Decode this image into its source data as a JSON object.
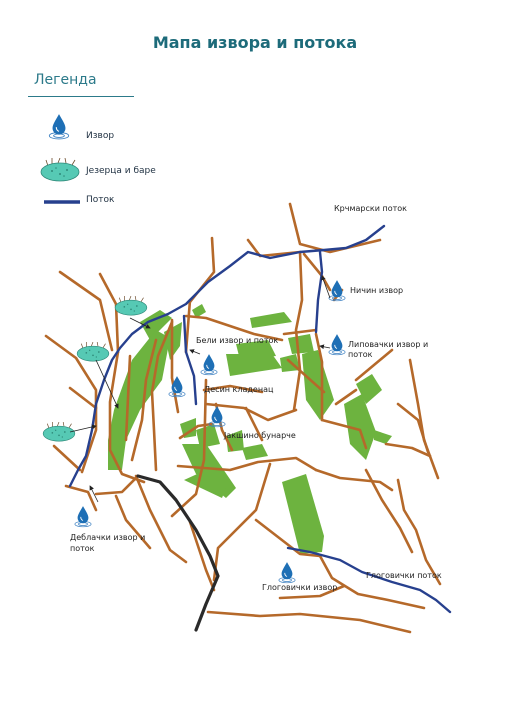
{
  "title": "Мапа извора и потока",
  "legend": {
    "title": "Легенда",
    "items": [
      {
        "icon": "water-drop-icon",
        "label": "Извор"
      },
      {
        "icon": "pond-icon",
        "label": "Језерца и баре"
      },
      {
        "icon": "stream-line-icon",
        "label": "Поток"
      }
    ]
  },
  "colors": {
    "road": "#b5692a",
    "stream": "#27408e",
    "forest": "#6db33f",
    "drop": "#1e6fb5",
    "pond": "#56c9b4",
    "main_road": "#2a2a2a",
    "title": "#1d6b7a"
  },
  "places": {
    "krcmarski": "Крчмарски поток",
    "nicic": "Ничин извор",
    "lipovacki_1": "Липовачки извор и",
    "lipovacki_2": "поток",
    "beli": "Бели извор и поток",
    "desin": "Десин кладенац",
    "jaksino": "Јакшино бунарче",
    "deblacki_1": "Деблачки извор и",
    "deblacki_2": "поток",
    "glogovicki_izvor": "Глоговички извор",
    "glogovicki_potok": "Глоговички поток"
  }
}
